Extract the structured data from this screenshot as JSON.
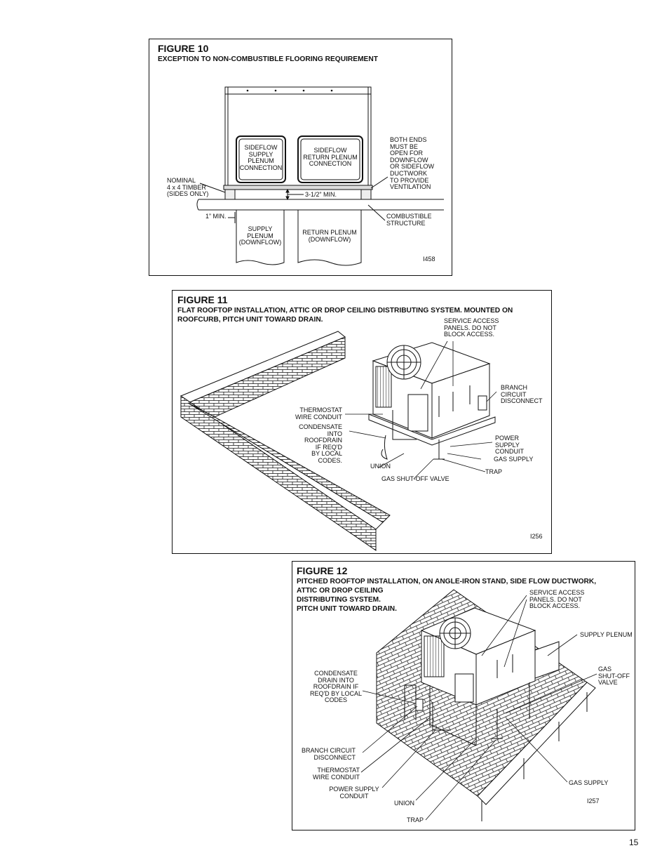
{
  "page_number": "15",
  "fig10": {
    "title": "FIGURE 10",
    "subtitle": "EXCEPTION TO NON-COMBUSTIBLE FLOORING REQUIREMENT",
    "labels": {
      "supply_conn": "SIDEFLOW\nSUPPLY\nPLENUM\nCONNECTION",
      "return_conn": "SIDEFLOW\nRETURN PLENUM\nCONNECTION",
      "both_ends": "BOTH ENDS\nMUST BE\nOPEN FOR\nDOWNFLOW\nOR SIDEFLOW\nDUCTWORK\nTO PROVIDE\nVENTILATION",
      "timber": "NOMINAL\n4 x 4 TIMBER\n(SIDES ONLY)",
      "min_35": "3-1/2” MIN.",
      "min_1": "1” MIN.",
      "combustible": "COMBUSTIBLE\nSTRUCTURE",
      "supply_plenum": "SUPPLY\nPLENUM\n(DOWNFLOW)",
      "return_plenum": "RETURN PLENUM\n(DOWNFLOW)",
      "code": "I458"
    }
  },
  "fig11": {
    "title": "FIGURE 11",
    "subtitle": "FLAT ROOFTOP INSTALLATION, ATTIC OR DROP CEILING DISTRIBUTING SYSTEM. MOUNTED ON ROOFCURB, PITCH UNIT TOWARD DRAIN.",
    "labels": {
      "service": "SERVICE ACCESS\nPANELS. DO NOT\nBLOCK ACCESS.",
      "branch": "BRANCH\nCIRCUIT\nDISCONNECT",
      "thermostat": "THERMOSTAT\nWIRE CONDUIT",
      "condensate": "CONDENSATE\nINTO\nROOFDRAIN\nIF REQ'D\nBY LOCAL\nCODES.",
      "power": "POWER\nSUPPLY\nCONDUIT",
      "gas_supply": "GAS SUPPLY",
      "union": "UNION",
      "trap": "TRAP",
      "shutoff": "GAS SHUT-OFF VALVE",
      "code": "I256"
    }
  },
  "fig12": {
    "title": "FIGURE 12",
    "subtitle": "PITCHED ROOFTOP INSTALLATION, ON ANGLE-IRON STAND, SIDE FLOW DUCTWORK,\nATTIC OR DROP CEILING\nDISTRIBUTING SYSTEM.\nPITCH UNIT TOWARD DRAIN.",
    "labels": {
      "service": "SERVICE ACCESS\nPANELS. DO NOT\nBLOCK ACCESS.",
      "supply_plenum": "SUPPLY PLENUM",
      "gas_shutoff": "GAS\nSHUT-OFF\nVALVE",
      "condensate": "CONDENSATE\nDRAIN INTO\nROOFDRAIN IF\nREQ'D BY LOCAL\nCODES",
      "branch": "BRANCH CIRCUIT\nDISCONNECT",
      "thermostat": "THERMOSTAT\nWIRE CONDUIT",
      "power": "POWER SUPPLY\nCONDUIT",
      "union": "UNION",
      "trap": "TRAP",
      "gas_supply": "GAS SUPPLY",
      "code": "I257"
    }
  }
}
